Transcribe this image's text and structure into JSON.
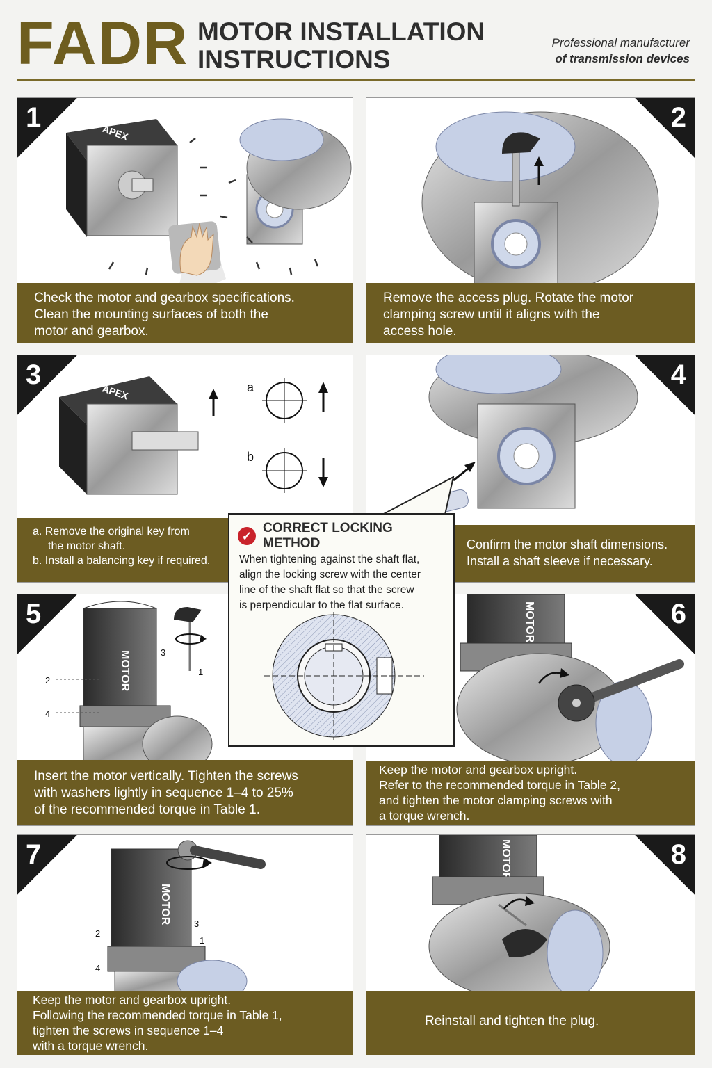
{
  "header": {
    "brand": "FADR",
    "title_line1": "MOTOR INSTALLATION",
    "title_line2": "INSTRUCTIONS",
    "tagline_line1": "Professional manufacturer",
    "tagline_line2": "of transmission devices"
  },
  "steps": [
    {
      "number": "1",
      "lines": [
        "Check the motor and gearbox specifications.",
        "Clean the mounting surfaces of both the",
        "motor and gearbox."
      ]
    },
    {
      "number": "2",
      "lines": [
        "Remove the access plug. Rotate the motor",
        "clamping screw until it aligns with the",
        "access hole."
      ]
    },
    {
      "number": "3",
      "lines": [
        "a. Remove the original key from",
        "the motor shaft.",
        "b. Install a balancing key if required."
      ],
      "label_a": "a",
      "label_b": "b"
    },
    {
      "number": "4",
      "lines": [
        "Confirm the motor shaft dimensions.",
        "Install a shaft sleeve if necessary."
      ]
    },
    {
      "number": "5",
      "lines": [
        "Insert the motor vertically. Tighten the screws",
        "with washers lightly in sequence 1–4 to 25%",
        "of the recommended torque in Table 1."
      ],
      "screw_labels": [
        "1",
        "2",
        "3",
        "4"
      ]
    },
    {
      "number": "6",
      "lines": [
        "Keep the motor and gearbox upright.",
        "Refer to the recommended torque in Table 2,",
        "and tighten the motor clamping screws with",
        "a torque wrench."
      ]
    },
    {
      "number": "7",
      "lines": [
        "Keep the motor and gearbox upright.",
        "Following the recommended torque in Table 1,",
        "tighten the screws in sequence 1–4",
        "with a torque wrench."
      ],
      "screw_labels": [
        "1",
        "2",
        "3",
        "4"
      ]
    },
    {
      "number": "8",
      "lines": [
        "Reinstall and tighten the plug."
      ]
    }
  ],
  "motor_labels": {
    "apex": "APEX",
    "motor": "MOTOR"
  },
  "callout": {
    "title": "CORRECT LOCKING METHOD",
    "body_lines": [
      "When tightening against the shaft flat,",
      "align the locking screw with the center",
      "line of the shaft flat so that the screw",
      "is perpendicular to the flat surface."
    ]
  },
  "colors": {
    "brand": "#6e5d1f",
    "caption_bg": "#6c5c22",
    "check_red": "#c9232b",
    "corner_black": "#1a1a1a"
  },
  "icons": [
    "check-icon",
    "rotate-arrow-icon",
    "up-arrow-icon",
    "down-arrow-icon",
    "hand-icon"
  ]
}
